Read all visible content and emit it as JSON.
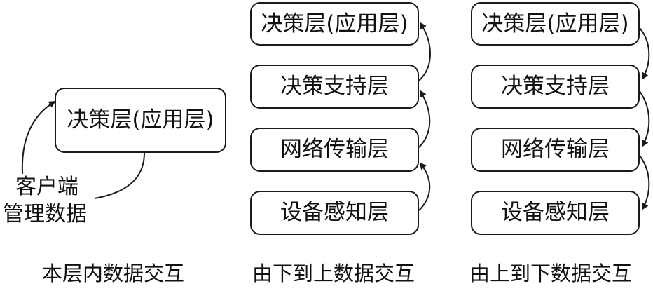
{
  "panel_left": {
    "box": "决策层(应用层)",
    "client_line1": "客户端",
    "client_line2": "管理数据",
    "caption": "本层内数据交互"
  },
  "panel_middle": {
    "boxes": [
      "决策层(应用层)",
      "决策支持层",
      "网络传输层",
      "设备感知层"
    ],
    "caption": "由下到上数据交互"
  },
  "panel_right": {
    "boxes": [
      "决策层(应用层)",
      "决策支持层",
      "网络传输层",
      "设备感知层"
    ],
    "caption": "由上到下数据交互"
  },
  "colors": {
    "stroke": "#1a1a1a",
    "background": "#ffffff"
  }
}
